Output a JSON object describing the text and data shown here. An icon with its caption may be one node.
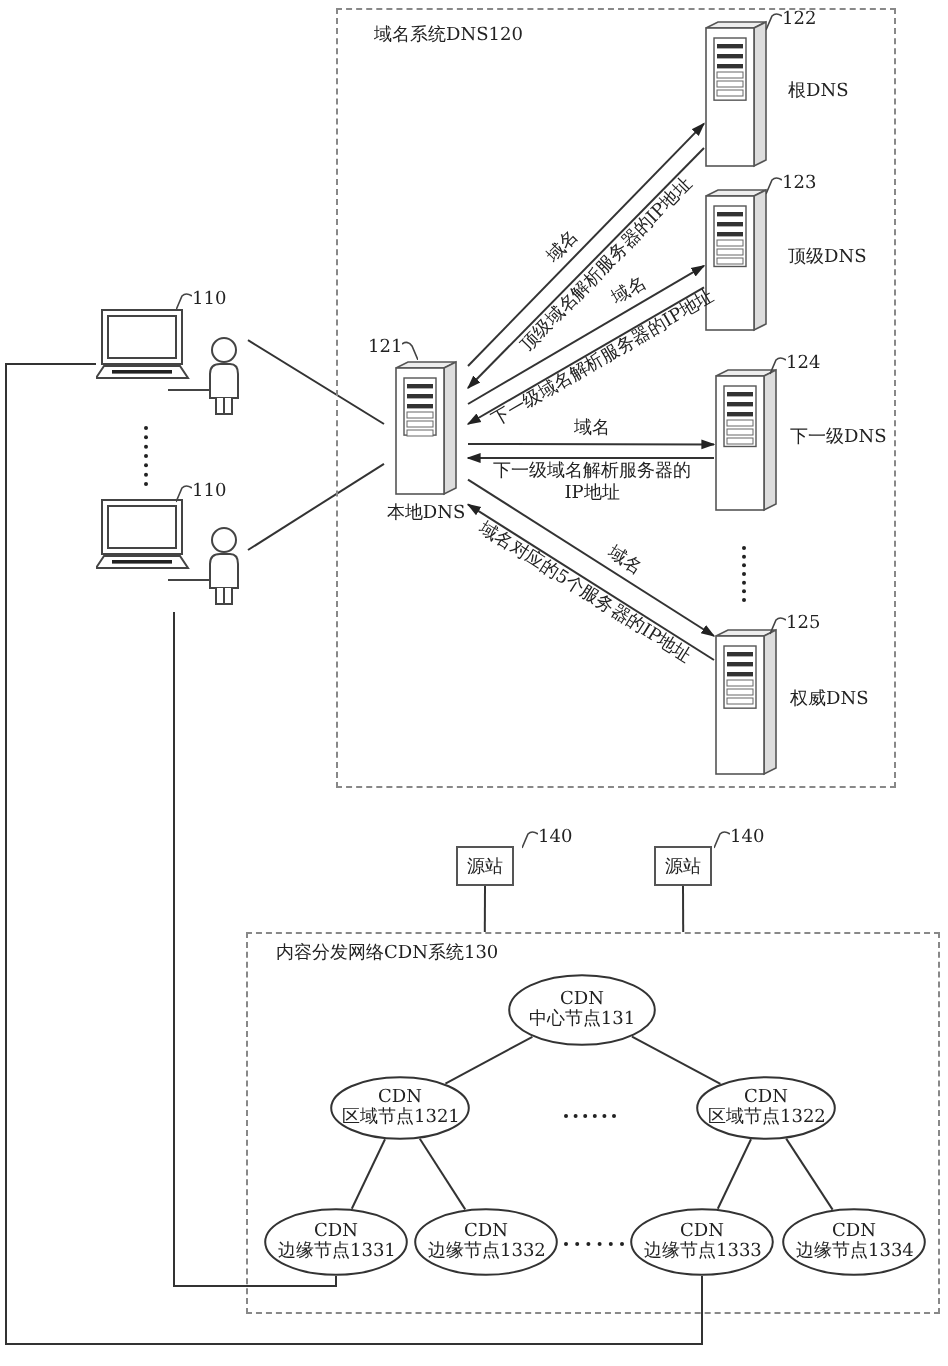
{
  "diagram": {
    "nodes": [
      {
        "text": [
          "域名系统DNS120"
        ]
      },
      {
        "text": [
          "本地DNS"
        ],
        "beside": [
          "121"
        ],
        "in": 0
      },
      {
        "text": [
          "根DNS"
        ],
        "beside": [
          "122"
        ],
        "in": 0
      },
      {
        "text": [
          "顶级DNS"
        ],
        "beside": [
          "123"
        ],
        "in": 0
      },
      {
        "text": [
          "下一级DNS"
        ],
        "beside": [
          "124"
        ],
        "in": 0
      },
      {
        "text": [
          "权威DNS"
        ],
        "beside": [
          "125"
        ],
        "in": 0
      },
      {
        "text": [],
        "shape": "computer",
        "beside": [
          "110"
        ]
      },
      {
        "text": [],
        "shape": "computer",
        "beside": [
          "110"
        ]
      },
      {
        "text": [
          "源站"
        ],
        "beside": [
          "140"
        ]
      },
      {
        "text": [
          "源站"
        ],
        "beside": [
          "140"
        ]
      },
      {
        "text": [
          "内容分发网络CDN系统130"
        ]
      },
      {
        "text": [
          "CDN 中心节点131"
        ],
        "in": 10
      },
      {
        "text": [
          "CDN 区域节点1321"
        ],
        "in": 10
      },
      {
        "text": [
          "CDN 区域节点1322"
        ],
        "in": 10
      },
      {
        "text": [
          "CDN 边缘节点1331"
        ],
        "in": 10
      },
      {
        "text": [
          "CDN 边缘节点1332"
        ],
        "in": 10
      },
      {
        "text": [
          "CDN 边缘节点1333"
        ],
        "in": 10
      },
      {
        "text": [
          "CDN 边缘节点1334"
        ],
        "in": 10
      }
    ],
    "edges": [
      {
        "from": 6,
        "to": 1,
        "arrow": "none"
      },
      {
        "from": 7,
        "to": 1,
        "arrow": "none"
      },
      {
        "from": 1,
        "to": 2,
        "arrow": "to",
        "label": "域名"
      },
      {
        "from": 2,
        "to": 1,
        "arrow": "to",
        "label": "顶级域名解析服务器的IP地址"
      },
      {
        "from": 1,
        "to": 3,
        "arrow": "to",
        "label": "域名"
      },
      {
        "from": 3,
        "to": 1,
        "arrow": "to",
        "label": "下一级域名解析服务器的IP地址"
      },
      {
        "from": 1,
        "to": 4,
        "arrow": "to",
        "label": "域名"
      },
      {
        "from": 4,
        "to": 1,
        "arrow": "to",
        "label": "下一级域名解析服务器的IP地址"
      },
      {
        "from": 1,
        "to": 5,
        "arrow": "to",
        "label": "域名"
      },
      {
        "from": 5,
        "to": 1,
        "arrow": "to",
        "label": "域名对应的5个服务器的IP地址"
      },
      {
        "from": 8,
        "to": 10,
        "arrow": "none"
      },
      {
        "from": 9,
        "to": 10,
        "arrow": "none"
      },
      {
        "from": 11,
        "to": 12,
        "arrow": "none"
      },
      {
        "from": 11,
        "to": 13,
        "arrow": "none"
      },
      {
        "from": 12,
        "to": 14,
        "arrow": "none"
      },
      {
        "from": 12,
        "to": 15,
        "arrow": "none"
      },
      {
        "from": 13,
        "to": 16,
        "arrow": "none"
      },
      {
        "from": 13,
        "to": 17,
        "arrow": "none"
      },
      {
        "from": 6,
        "to": 16,
        "arrow": "none"
      },
      {
        "from": 7,
        "to": 14,
        "arrow": "none"
      }
    ]
  }
}
